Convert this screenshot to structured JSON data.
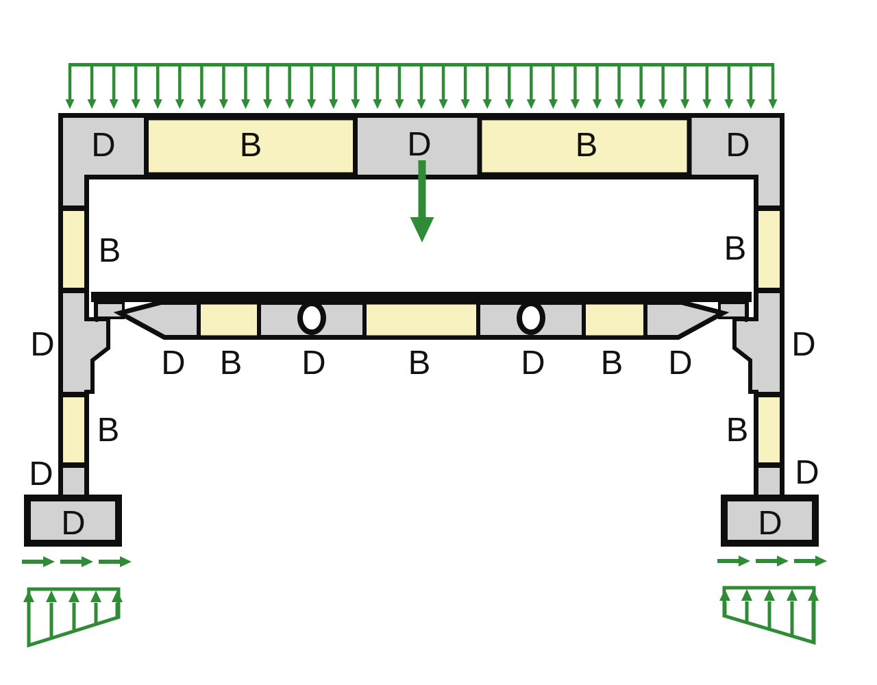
{
  "diagram": {
    "kind": "B-region and D-region zoning of a precast concrete portal frame",
    "background": "#ffffff",
    "colors": {
      "b_region_fill": "#f7f2c0",
      "d_region_fill": "#d2d2d2",
      "outline": "#0e0e0e",
      "load_green": "#2f8b36",
      "label_color": "#111111"
    },
    "labels": {
      "top_beam": [
        "D",
        "B",
        "D",
        "B",
        "D"
      ],
      "mid_span_columns": {
        "left": "B",
        "right": "B"
      },
      "joint_columns": {
        "left": "D",
        "right": "D"
      },
      "lower_beam": [
        "D",
        "B",
        "D",
        "B",
        "D",
        "B",
        "D"
      ],
      "lower_columns": {
        "left": "B",
        "right": "B"
      },
      "column_bases": {
        "left": "D",
        "right": "D"
      },
      "footings": {
        "left": "D",
        "right": "D"
      }
    },
    "loads": {
      "top_distributed": {
        "arrow_count": 33
      },
      "point_load": {
        "arrow_count": 1
      },
      "footing_shear": {
        "arrows_per_footing": 3
      },
      "soil_pressure": {
        "arrows_per_footing": 5
      }
    },
    "openings": {
      "count": 2
    }
  }
}
